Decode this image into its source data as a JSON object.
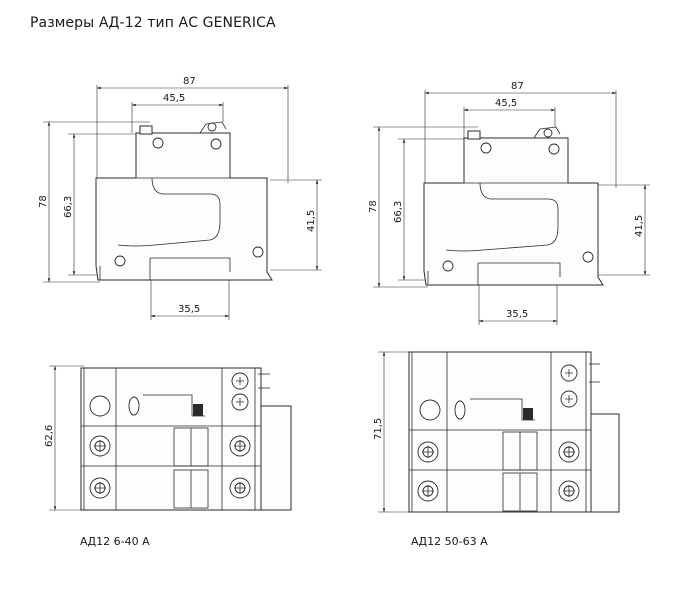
{
  "title": "Размеры АД-12 тип АС GENERICA",
  "top_left": {
    "dim_width": "87",
    "dim_inner_width": "45,5",
    "dim_height": "78",
    "dim_body_height": "66,3",
    "dim_rail_height": "41,5",
    "dim_bottom_width": "35,5"
  },
  "top_right": {
    "dim_width": "87",
    "dim_inner_width": "45,5",
    "dim_height": "78",
    "dim_body_height": "66,3",
    "dim_rail_height": "41,5",
    "dim_bottom_width": "35,5"
  },
  "bottom_left": {
    "dim_height": "62,6",
    "caption": "АД12 6-40 А"
  },
  "bottom_right": {
    "dim_height": "71,5",
    "caption": "АД12 50-63 А"
  }
}
